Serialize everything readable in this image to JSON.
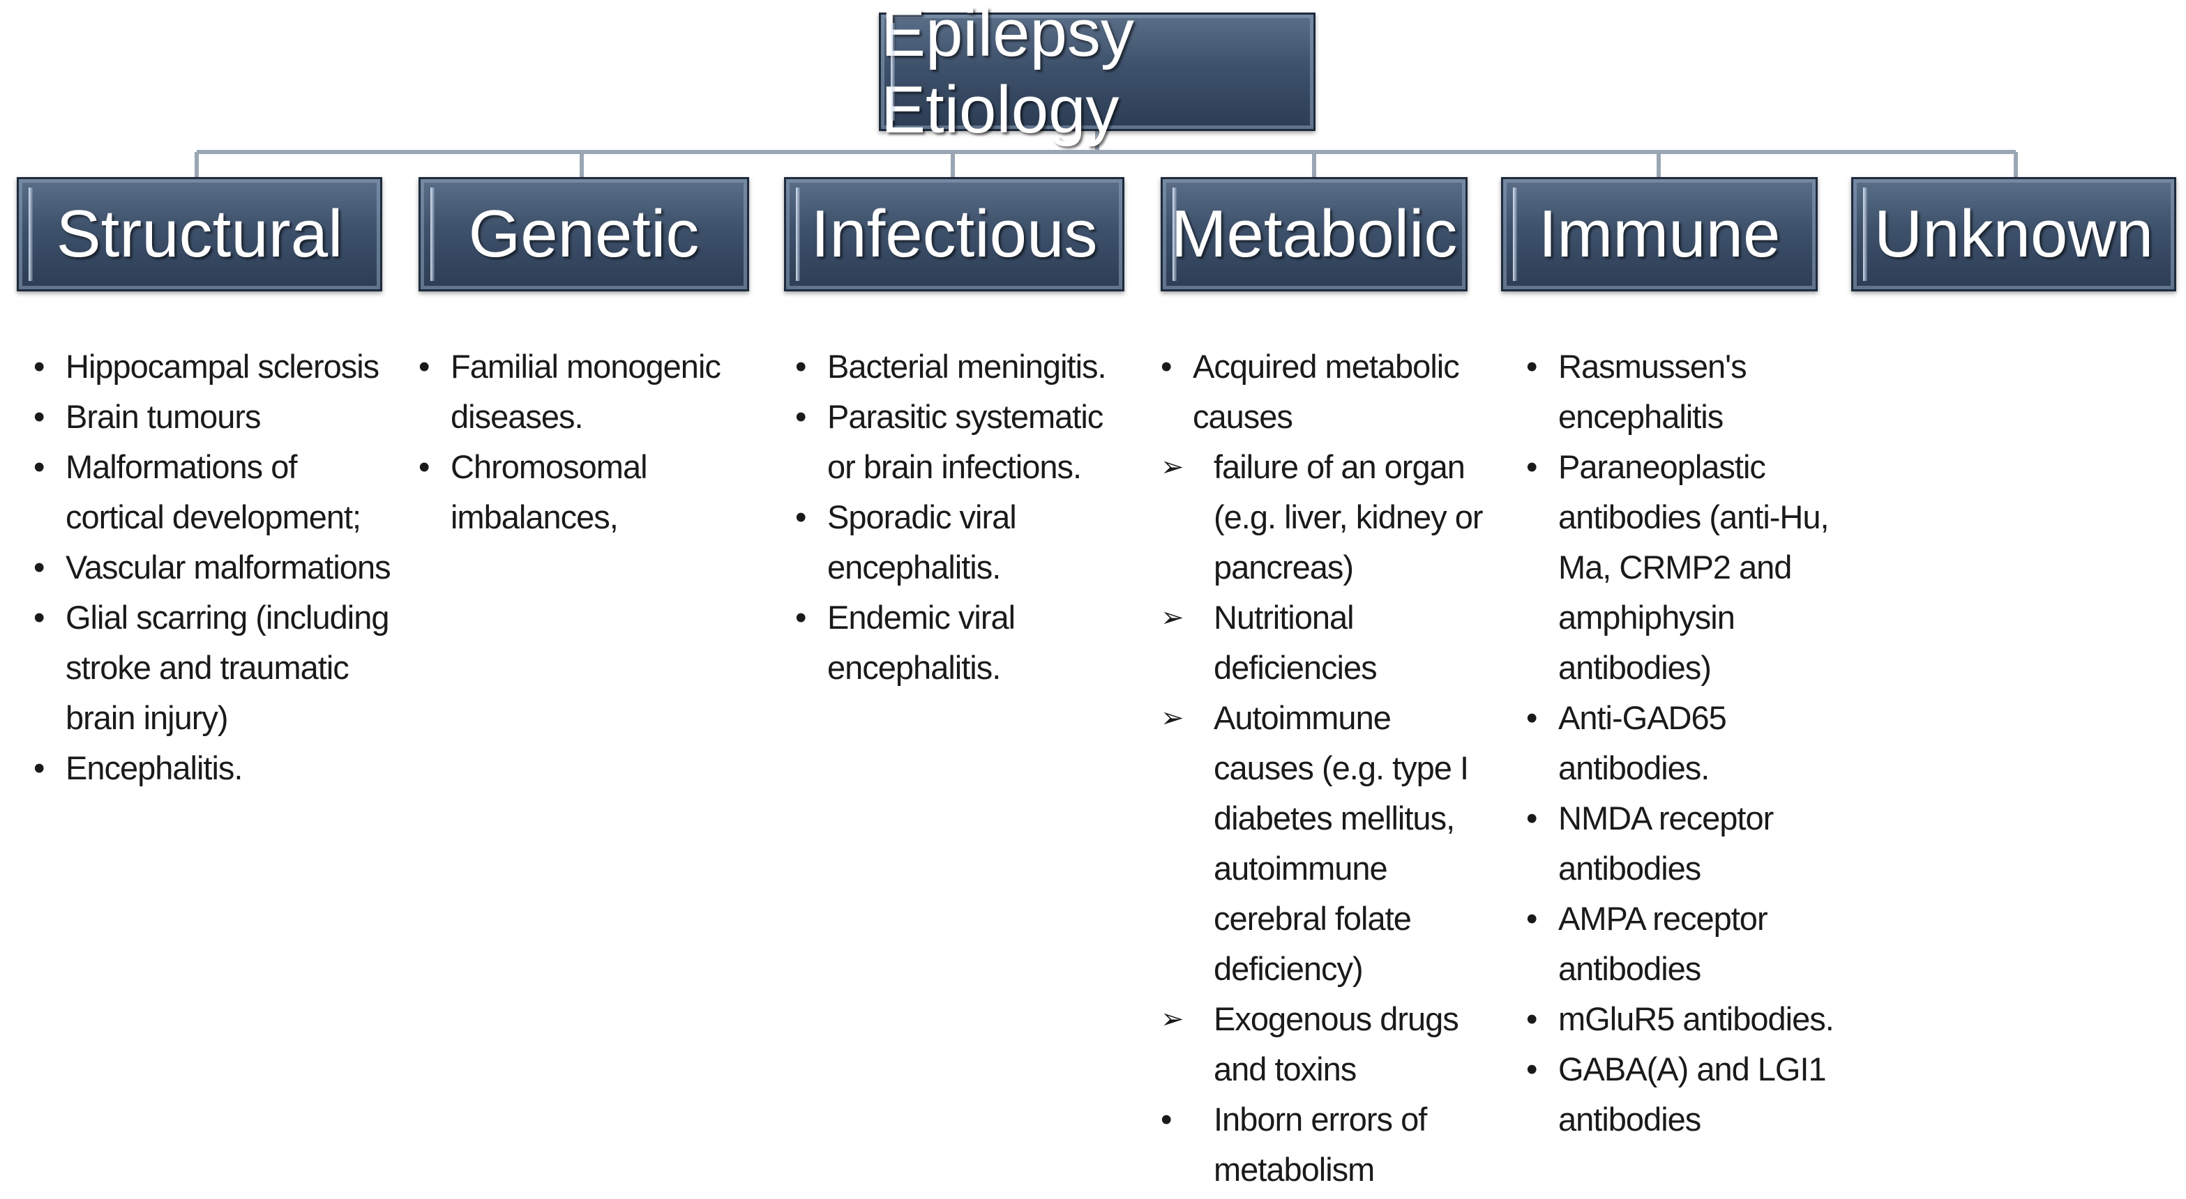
{
  "title": "Epilepsy Etiology",
  "categories": [
    {
      "label": "Structural",
      "items": [
        {
          "text": "Hippocampal sclerosis",
          "marker": "bullet"
        },
        {
          "text": "Brain tumours",
          "marker": "bullet"
        },
        {
          "text": "Malformations of cortical development;",
          "marker": "bullet"
        },
        {
          "text": "Vascular malformations",
          "marker": "bullet"
        },
        {
          "text": "Glial scarring (including stroke and traumatic brain injury)",
          "marker": "bullet"
        },
        {
          "text": "Encephalitis.",
          "marker": "bullet"
        }
      ]
    },
    {
      "label": "Genetic",
      "items": [
        {
          "text": "Familial monogenic diseases.",
          "marker": "bullet"
        },
        {
          "text": "Chromosomal imbalances,",
          "marker": "bullet"
        }
      ]
    },
    {
      "label": "Infectious",
      "items": [
        {
          "text": "Bacterial meningitis.",
          "marker": "bullet"
        },
        {
          "text": "Parasitic systematic or brain infections.",
          "marker": "bullet"
        },
        {
          "text": "Sporadic viral encephalitis.",
          "marker": "bullet"
        },
        {
          "text": "Endemic viral encephalitis.",
          "marker": "bullet"
        }
      ]
    },
    {
      "label": "Metabolic",
      "items": [
        {
          "text": "Acquired metabolic causes",
          "marker": "bullet"
        },
        {
          "text": "failure of an organ (e.g. liver, kidney or pancreas)",
          "marker": "arrow"
        },
        {
          "text": "Nutritional deficiencies",
          "marker": "arrow"
        },
        {
          "text": "Autoimmune causes (e.g. type I diabetes mellitus, autoimmune cerebral folate deficiency)",
          "marker": "arrow"
        },
        {
          "text": "Exogenous drugs and toxins",
          "marker": "arrow"
        },
        {
          "text": "Inborn errors of metabolism",
          "marker": "sub-bullet"
        }
      ]
    },
    {
      "label": "Immune",
      "items": [
        {
          "text": "Rasmussen's encephalitis",
          "marker": "bullet"
        },
        {
          "text": "Paraneoplastic antibodies (anti-Hu, Ma, CRMP2 and amphiphysin antibodies)",
          "marker": "bullet"
        },
        {
          "text": "Anti-GAD65 antibodies.",
          "marker": "bullet"
        },
        {
          "text": "NMDA receptor antibodies",
          "marker": "bullet"
        },
        {
          "text": "AMPA receptor antibodies",
          "marker": "bullet"
        },
        {
          "text": "mGluR5 antibodies.",
          "marker": "bullet"
        },
        {
          "text": "GABA(A) and LGI1 antibodies",
          "marker": "bullet"
        }
      ]
    },
    {
      "label": "Unknown",
      "items": []
    }
  ]
}
